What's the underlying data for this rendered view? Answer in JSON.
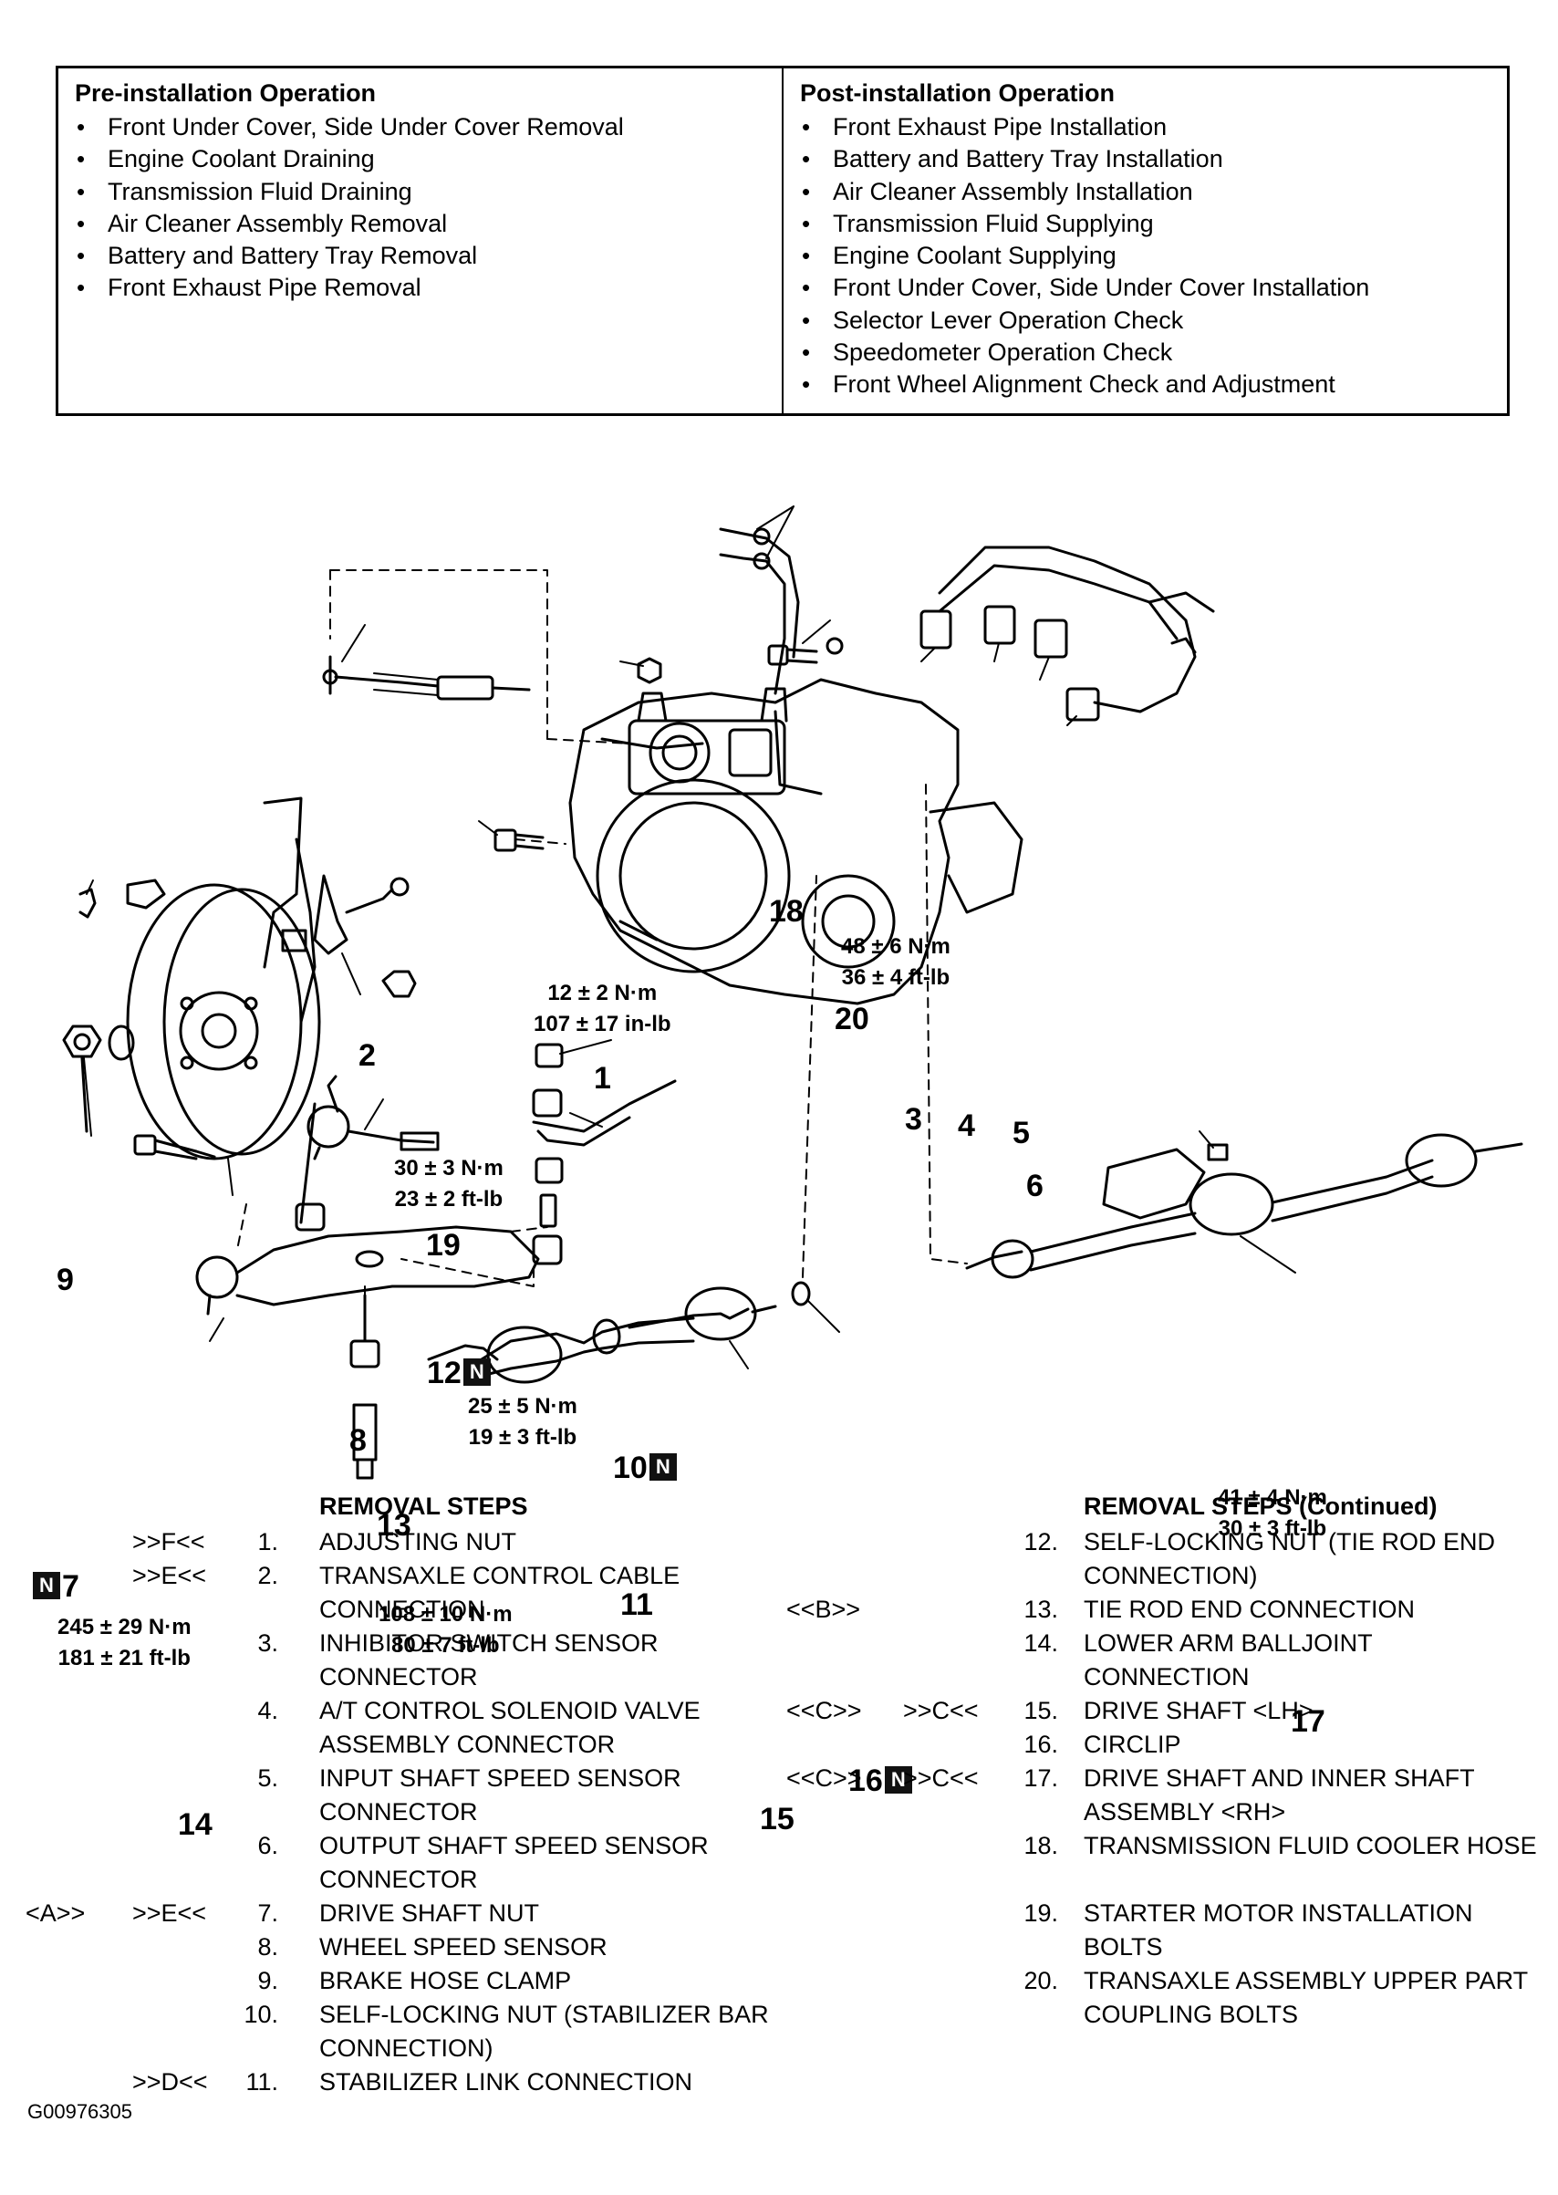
{
  "operations": {
    "pre": {
      "title": "Pre-installation Operation",
      "items": [
        "Front Under Cover, Side Under Cover Removal",
        "Engine Coolant Draining",
        "Transmission Fluid Draining",
        "Air Cleaner Assembly Removal",
        "Battery and Battery Tray Removal",
        "Front Exhaust Pipe Removal"
      ]
    },
    "post": {
      "title": "Post-installation Operation",
      "items": [
        "Front Exhaust Pipe Installation",
        "Battery and Battery Tray Installation",
        "Air Cleaner Assembly Installation",
        "Transmission Fluid Supplying",
        "Engine Coolant Supplying",
        "Front Under Cover, Side Under Cover Installation",
        "Selector Lever Operation Check",
        "Speedometer Operation Check",
        "Front Wheel Alignment Check and Adjustment"
      ]
    }
  },
  "diagram": {
    "callouts": {
      "c1": "1",
      "c2": "2",
      "c3": "3",
      "c4": "4",
      "c5": "5",
      "c6": "6",
      "c7": "7",
      "c8": "8",
      "c9": "9",
      "c10": "10",
      "c11": "11",
      "c12": "12",
      "c13": "13",
      "c14": "14",
      "c15": "15",
      "c16": "16",
      "c17": "17",
      "c18": "18",
      "c19": "19",
      "c20": "20"
    },
    "new_part_badge": "N",
    "torques": {
      "t1a": "12 ± 2 N·m",
      "t1b": "107 ± 17 in-lb",
      "t20a": "48 ± 6 N·m",
      "t20b": "36 ± 4 ft-lb",
      "t19a": "30 ± 3 N·m",
      "t19b": "23 ± 2 ft-lb",
      "t12a": "25 ± 5 N·m",
      "t12b": "19 ± 3 ft-lb",
      "t17a": "41 ± 4 N·m",
      "t17b": "30 ± 3 ft-lb",
      "t7a": "245 ± 29 N·m",
      "t7b": "181 ± 21 ft-lb",
      "t13a": "108 ± 10 N·m",
      "t13b": "80 ± 7 ft-lb"
    }
  },
  "removal_steps": {
    "heading": "REMOVAL STEPS",
    "heading_continued": "REMOVAL STEPS (Continued)",
    "steps": [
      {
        "code1": "",
        "code2": ">>F<<",
        "num": "1.",
        "text": "ADJUSTING NUT"
      },
      {
        "code1": "",
        "code2": ">>E<<",
        "num": "2.",
        "text": "TRANSAXLE CONTROL CABLE CONNECTION"
      },
      {
        "code1": "",
        "code2": "",
        "num": "3.",
        "text": "INHIBITOR SWITCH SENSOR CONNECTOR"
      },
      {
        "code1": "",
        "code2": "",
        "num": "4.",
        "text": "A/T CONTROL SOLENOID VALVE ASSEMBLY CONNECTOR"
      },
      {
        "code1": "",
        "code2": "",
        "num": "5.",
        "text": "INPUT SHAFT SPEED SENSOR CONNECTOR"
      },
      {
        "code1": "",
        "code2": "",
        "num": "6.",
        "text": "OUTPUT SHAFT SPEED SENSOR CONNECTOR"
      },
      {
        "code1": "<A>>",
        "code2": ">>E<<",
        "num": "7.",
        "text": "DRIVE SHAFT NUT"
      },
      {
        "code1": "",
        "code2": "",
        "num": "8.",
        "text": "WHEEL SPEED SENSOR"
      },
      {
        "code1": "",
        "code2": "",
        "num": "9.",
        "text": "BRAKE HOSE CLAMP"
      },
      {
        "code1": "",
        "code2": "",
        "num": "10.",
        "text": "SELF-LOCKING NUT (STABILIZER BAR CONNECTION)"
      },
      {
        "code1": "",
        "code2": ">>D<<",
        "num": "11.",
        "text": "STABILIZER LINK CONNECTION"
      },
      {
        "code1": "",
        "code2": "",
        "num": "12.",
        "text": "SELF-LOCKING NUT (TIE ROD END CONNECTION)"
      },
      {
        "code1": "<<B>>",
        "code2": "",
        "num": "13.",
        "text": "TIE ROD END CONNECTION"
      },
      {
        "code1": "",
        "code2": "",
        "num": "14.",
        "text": "LOWER ARM BALLJOINT CONNECTION"
      },
      {
        "code1": "<<C>>",
        "code2": ">>C<<",
        "num": "15.",
        "text": "DRIVE SHAFT <LH>"
      },
      {
        "code1": "",
        "code2": "",
        "num": "16.",
        "text": "CIRCLIP"
      },
      {
        "code1": "<<C>>",
        "code2": ">>C<<",
        "num": "17.",
        "text": "DRIVE SHAFT AND INNER SHAFT ASSEMBLY <RH>"
      },
      {
        "code1": "",
        "code2": "",
        "num": "18.",
        "text": "TRANSMISSION FLUID COOLER HOSE"
      },
      {
        "code1": "",
        "code2": "",
        "num": "19.",
        "text": "STARTER MOTOR INSTALLATION BOLTS"
      },
      {
        "code1": "",
        "code2": "",
        "num": "20.",
        "text": "TRANSAXLE ASSEMBLY UPPER PART COUPLING BOLTS"
      }
    ]
  },
  "footer": {
    "figure_code": "G00976305"
  }
}
